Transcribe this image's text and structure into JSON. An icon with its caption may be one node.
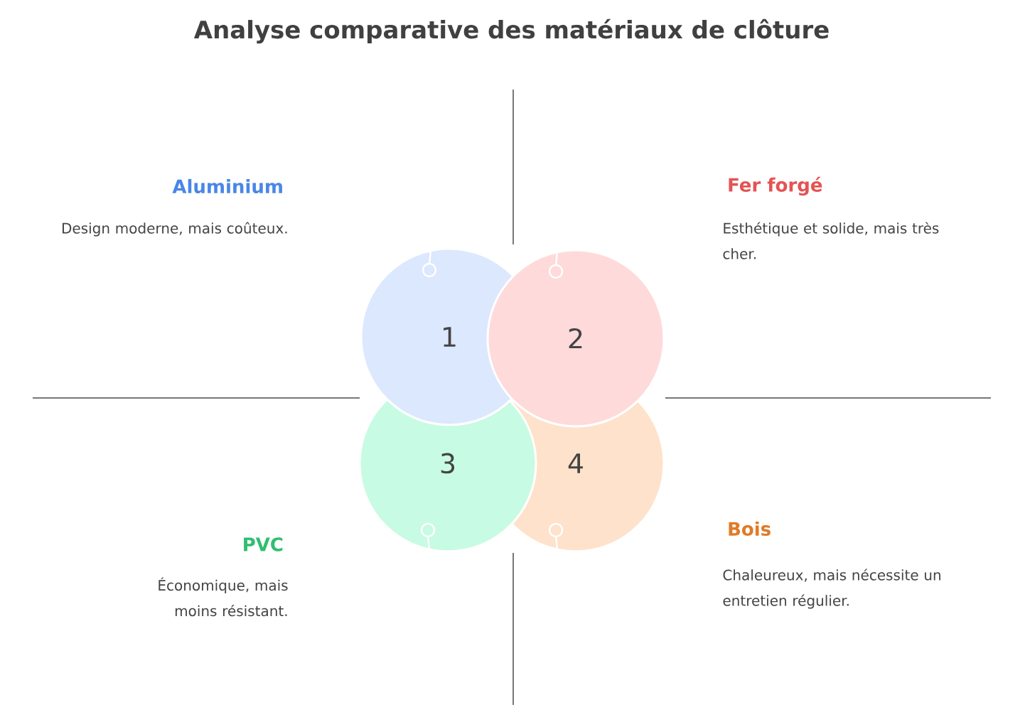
{
  "diagram": {
    "title": "Analyse comparative des matériaux de clôture",
    "nodes": [
      {
        "text": [
          "1"
        ]
      },
      {
        "text": [
          "2"
        ]
      },
      {
        "text": [
          "3"
        ]
      },
      {
        "text": [
          "4"
        ]
      }
    ],
    "labels": [
      "Aluminium",
      "Design moderne, mais coûteux.",
      "Fer forgé",
      "Esthétique et solide, mais très cher.",
      "PVC",
      "Économique, mais moins résistant.",
      "Bois",
      "Chaleureux, mais nécessite un entretien régulier."
    ]
  }
}
